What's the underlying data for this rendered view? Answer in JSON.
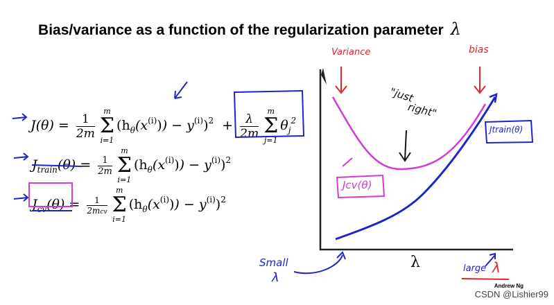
{
  "title": "Bias/variance as a function of the regularization parameter",
  "title_symbol": "λ",
  "equations": {
    "cost_lhs": "J(θ) =",
    "train_lhs": "J",
    "train_sub": "train",
    "train_arg": "(θ) =",
    "cv_lhs": "J",
    "cv_sub": "cv",
    "cv_arg": "(θ) =",
    "one": "1",
    "two_m": "2m",
    "two_m_cv": "2m",
    "cv_den_sub": "cv",
    "lambda": "λ",
    "sum_upper": "m",
    "sum_upper_cv": "m",
    "sum_lower_i": "i=1",
    "sum_lower_j": "j=1",
    "sum_sign": "Σ",
    "term": "(h",
    "term_theta_sub": "θ",
    "term_x": "(x",
    "term_i_sup": "(i)",
    "term_minus_y": ") − y",
    "term_close_sq": ")",
    "square": "2",
    "theta_j": "θ",
    "theta_j_sub": "j",
    "theta_j_sup": "2"
  },
  "handwritten": {
    "variance": "Variance",
    "bias": "bias",
    "just_right_line1": "\"just",
    "just_right_line2": "right\"",
    "jcv_label": "Jcv(θ)",
    "jtrain_label": "Jtrain(θ)",
    "small": "Small",
    "small_lambda": "λ",
    "large": "large",
    "large_lambda": "λ"
  },
  "axis": {
    "x_label": "λ"
  },
  "credit": "Andrew Ng",
  "footer": "CSDN @Lishier99",
  "colors": {
    "ink_blue": "#1f24c9",
    "ink_magenta": "#d43ad6",
    "ink_red": "#e0262b",
    "cost_box": "#1f24c9",
    "curve_jcv": "#d43ad6",
    "curve_jtrain": "#1f24c9"
  }
}
